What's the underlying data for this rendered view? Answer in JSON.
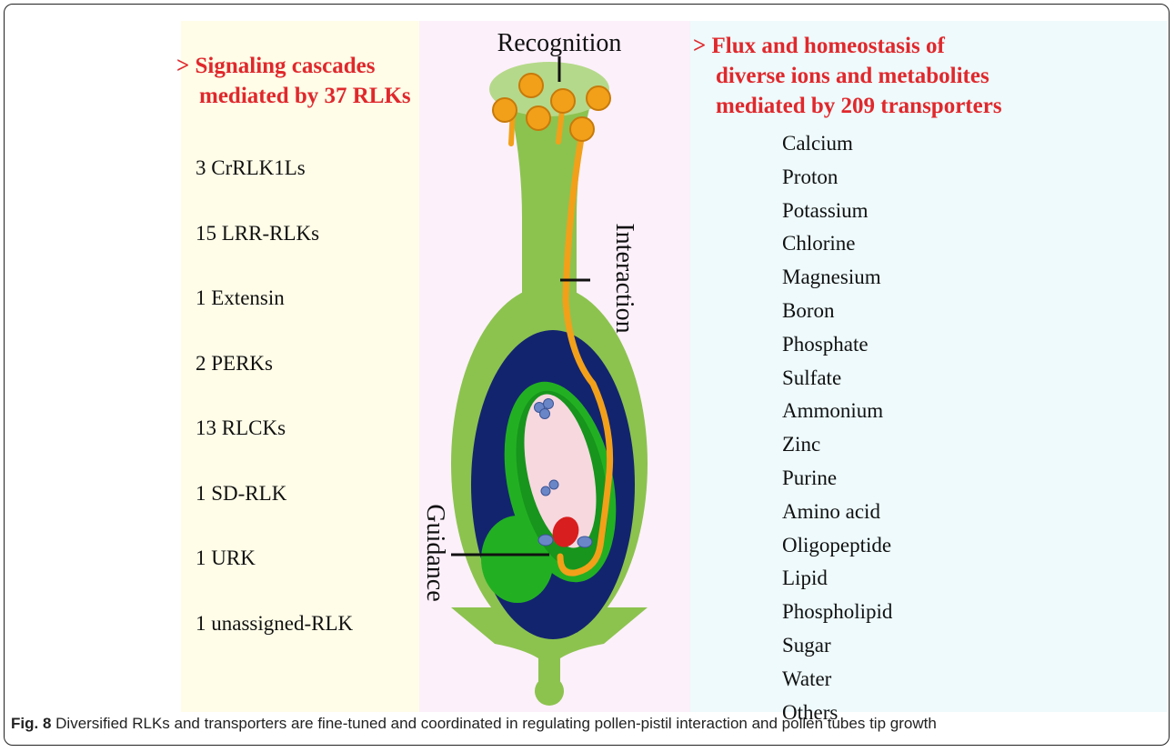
{
  "left_panel": {
    "heading_line1": "> Signaling cascades",
    "heading_line2": "mediated by 37 RLKs",
    "items": [
      "3 CrRLK1Ls",
      "15 LRR-RLKs",
      "1 Extensin",
      "2 PERKs",
      "13 RLCKs",
      "1 SD-RLK",
      "1 URK",
      "1 unassigned-RLK"
    ]
  },
  "right_panel": {
    "heading_line1": "> Flux and homeostasis of",
    "heading_line2": "diverse ions and metabolites",
    "heading_line3": "mediated by 209 transporters",
    "items": [
      "Calcium",
      "Proton",
      "Potassium",
      "Chlorine",
      "Magnesium",
      "Boron",
      "Phosphate",
      "Sulfate",
      "Ammonium",
      "Zinc",
      "Purine",
      "Amino acid",
      "Oligopeptide",
      "Lipid",
      "Phospholipid",
      "Sugar",
      "Water",
      "Others"
    ]
  },
  "diagram": {
    "label_recognition": "Recognition",
    "label_interaction": "Interaction",
    "label_guidance": "Guidance",
    "colors": {
      "pistil": "#8cc34f",
      "pistil_light": "#b5d98a",
      "ovary_cavity": "#13246e",
      "ovule": "#22b022",
      "embryo_sac": "#f7d8df",
      "pollen": "#f2a019",
      "egg": "#d81e1e",
      "nuclei": "#6a86c7"
    }
  },
  "caption": {
    "label": "Fig. 8",
    "text": "Diversified RLKs and transporters are fine-tuned and coordinated in regulating pollen-pistil interaction and pollen tubes tip growth"
  }
}
